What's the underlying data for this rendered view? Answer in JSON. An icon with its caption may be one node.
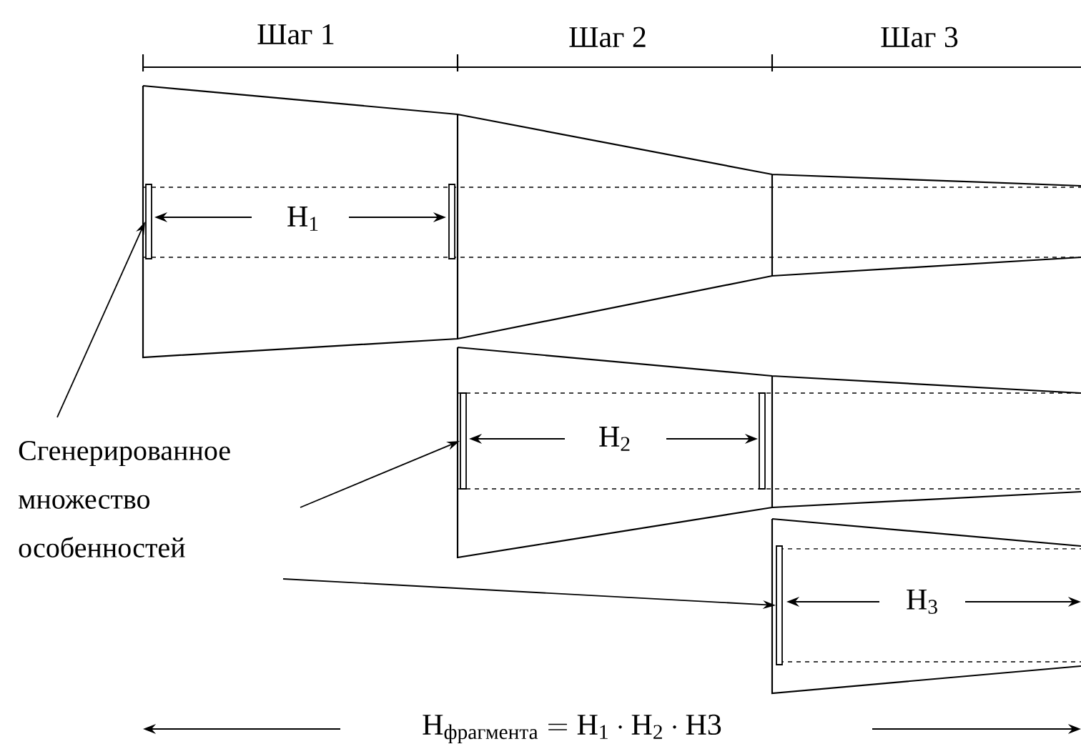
{
  "diagram": {
    "nodes": [
      {
        "text": [
          "Сгенерированное множество особенностей"
        ]
      },
      {
        "text": [],
        "shape": "bar"
      },
      {
        "text": [],
        "shape": "bar"
      },
      {
        "text": [],
        "shape": "bar"
      }
    ],
    "edges": [
      {
        "from": 0,
        "to": 1,
        "arrow": "to"
      },
      {
        "from": 0,
        "to": 2,
        "arrow": "to"
      },
      {
        "from": 0,
        "to": 3,
        "arrow": "to"
      }
    ],
    "labels": [
      "Шаг 1",
      "Шаг 2",
      "Шаг 3",
      "H$_{1}$",
      "H$_{2}$",
      "H$_{3}$",
      "\\mathrm{H}_{\\text{фрагмента}} = \\mathrm{H}_{\\mathrm{1}} \\cdot \\mathrm{H}_{\\mathrm{2}} \\cdot \\mathrm{H3}"
    ]
  }
}
